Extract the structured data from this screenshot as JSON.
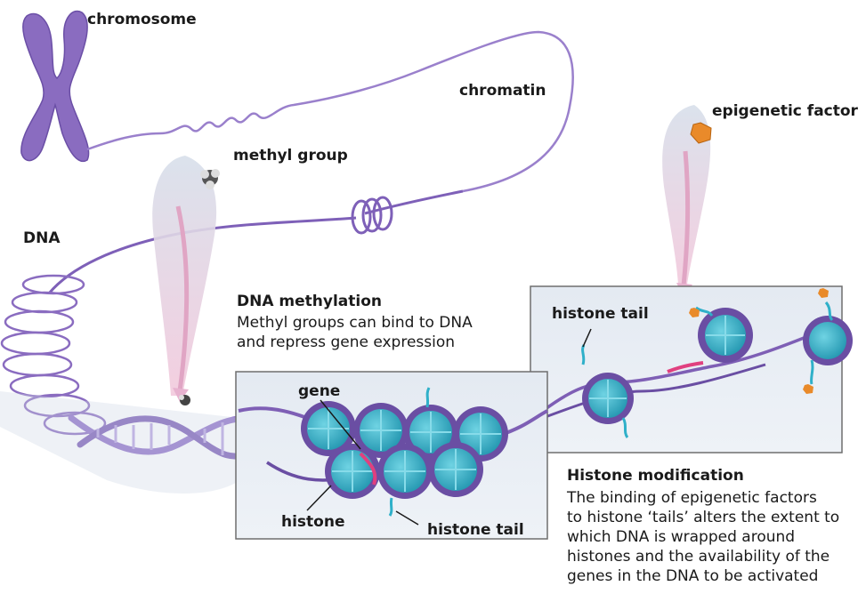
{
  "labels": {
    "chromosome": "chromosome",
    "chromatin": "chromatin",
    "methyl_group": "methyl group",
    "epigenetic_factor": "epigenetic factor",
    "dna": "DNA",
    "gene": "gene",
    "histone": "histone",
    "histone_tail_left": "histone tail",
    "histone_tail_right": "histone tail"
  },
  "methylation": {
    "title": "DNA methylation",
    "lines": [
      "Methyl groups can bind to DNA",
      "and repress gene expression"
    ]
  },
  "histone_modification": {
    "title": "Histone modification",
    "lines": [
      "The binding of epigenetic factors",
      "to histone ‘tails’ alters the extent to",
      "which DNA is wrapped around",
      "histones and the availability of the",
      "genes in the DNA to be activated"
    ]
  },
  "colors": {
    "dna_purple": "#8a6cc0",
    "dark_purple": "#5e3f9a",
    "histone_teal": "#2fb0c9",
    "gene_pink": "#e0407f",
    "factor_orange": "#e98a2a",
    "panel_bg": "#e7ecf3"
  }
}
